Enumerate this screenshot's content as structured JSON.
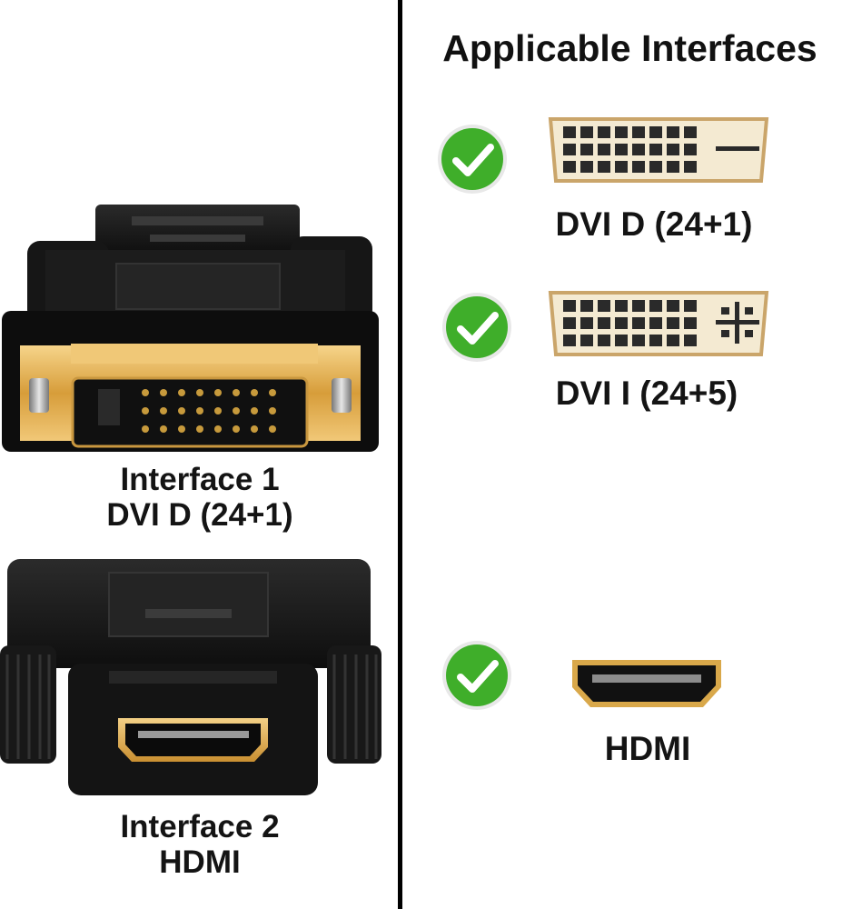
{
  "left_panel": {
    "interface1": {
      "line1": "Interface 1",
      "line2": "DVI D (24+1)"
    },
    "interface2": {
      "line1": "Interface 2",
      "line2": "HDMI"
    }
  },
  "right_panel": {
    "heading": "Applicable Interfaces",
    "items": [
      {
        "label": "DVI D (24+1)",
        "icon": "check-icon",
        "port": "dvi-d-port-icon"
      },
      {
        "label": "DVI I (24+5)",
        "icon": "check-icon",
        "port": "dvi-i-port-icon"
      },
      {
        "label": "HDMI",
        "icon": "check-icon",
        "port": "hdmi-port-icon"
      }
    ]
  },
  "colors": {
    "check_green": "#3fae2a",
    "gold": "#d9a84a",
    "adapter_black": "#1a1a1a"
  }
}
